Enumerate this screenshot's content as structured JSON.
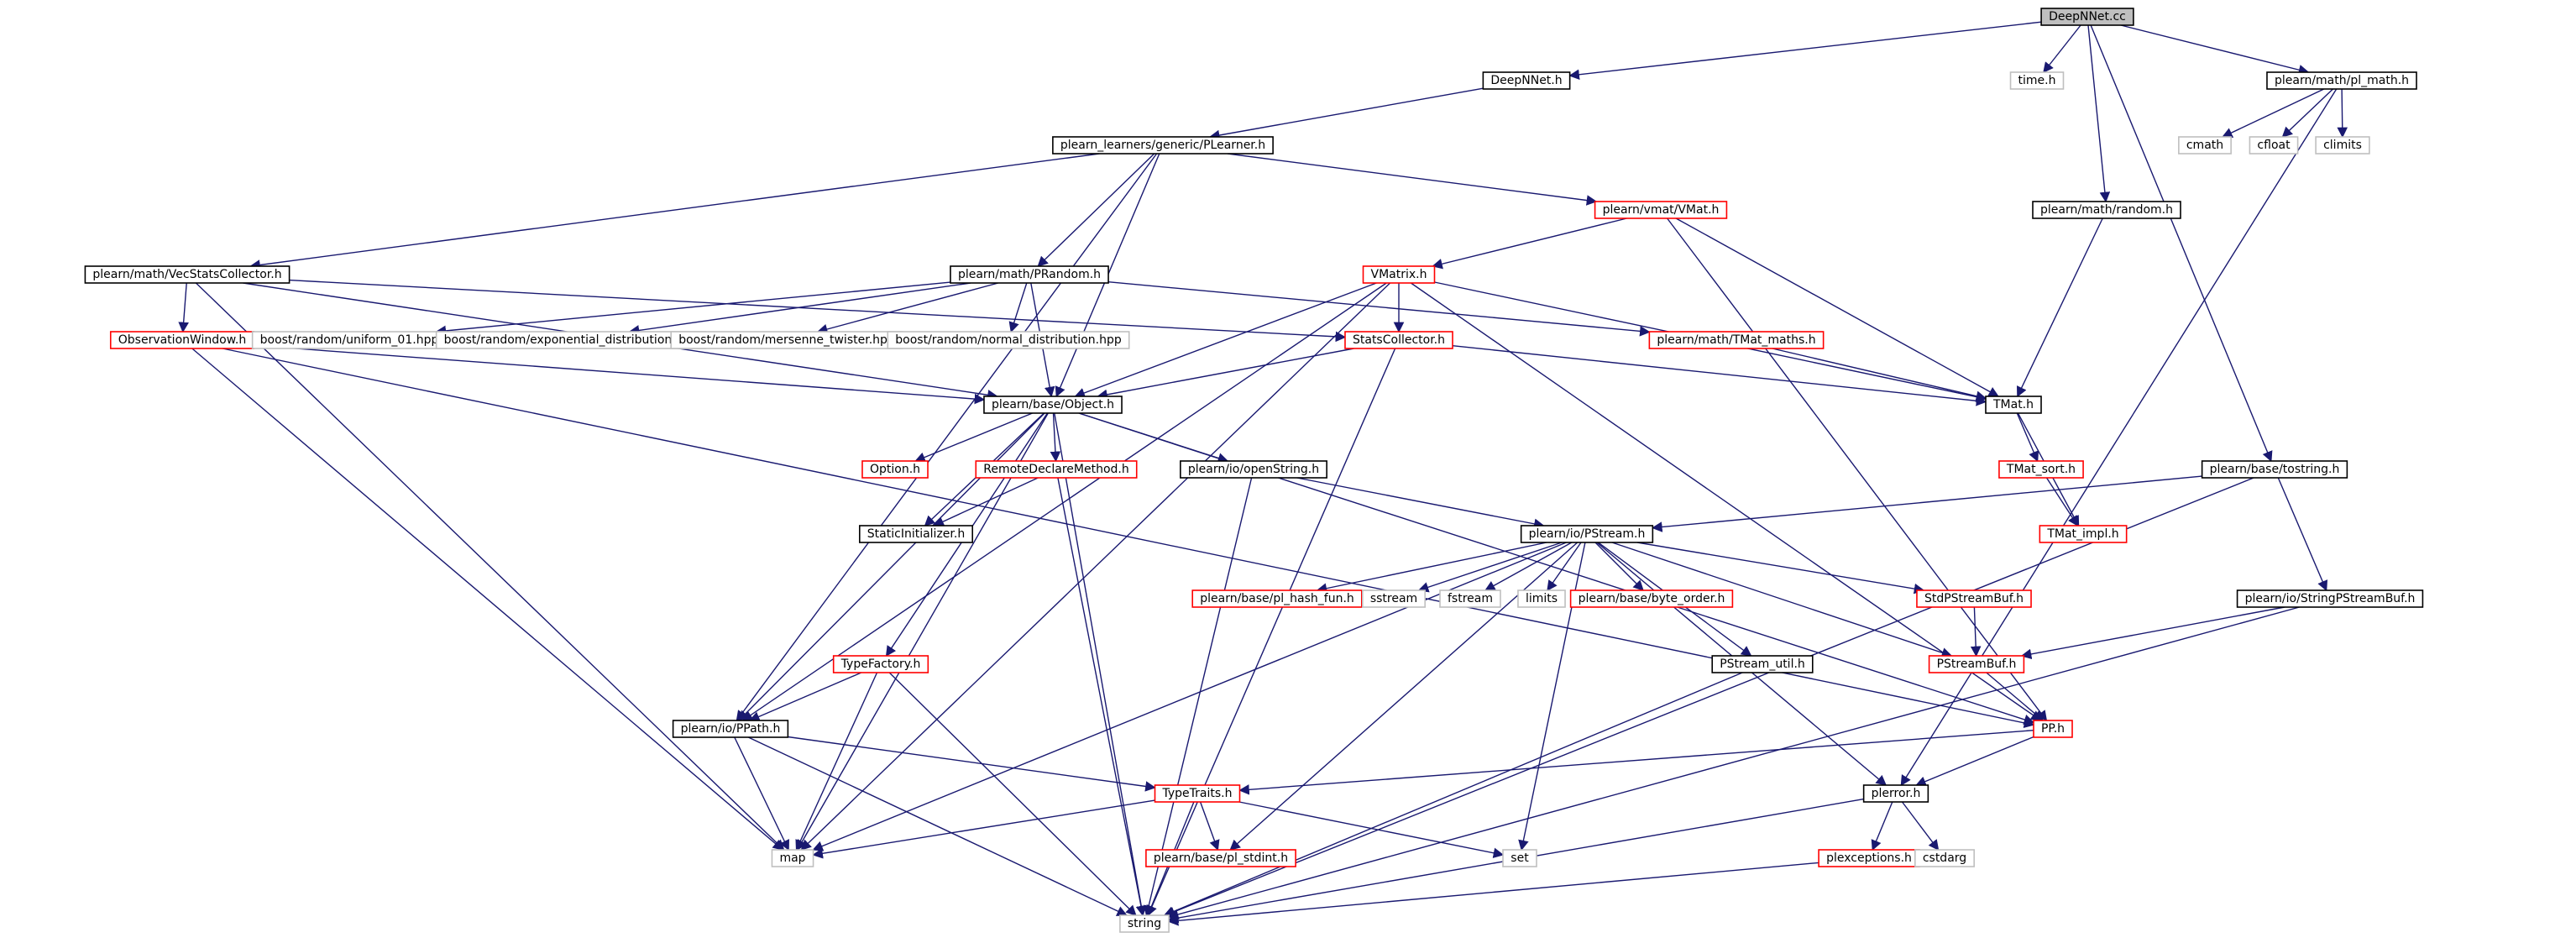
{
  "colors": {
    "edge": "#191970",
    "root_fill": "#bfbfbf",
    "normal_border": "#000000",
    "truncated_border": "#ff0000",
    "system_border": "#bfbfbf",
    "text": "#000000"
  },
  "nodes": [
    {
      "id": "deepnnet_cc",
      "label": "DeepNNet.cc",
      "kind": "root"
    },
    {
      "id": "deepnnet_h",
      "label": "DeepNNet.h",
      "kind": "normal"
    },
    {
      "id": "time_h",
      "label": "time.h",
      "kind": "system"
    },
    {
      "id": "pl_math_h",
      "label": "plearn/math/pl_math.h",
      "kind": "normal"
    },
    {
      "id": "cmath",
      "label": "cmath",
      "kind": "system"
    },
    {
      "id": "cfloat",
      "label": "cfloat",
      "kind": "system"
    },
    {
      "id": "climits",
      "label": "climits",
      "kind": "system"
    },
    {
      "id": "plearner_h",
      "label": "plearn_learners/generic/PLearner.h",
      "kind": "normal"
    },
    {
      "id": "vmat_h",
      "label": "plearn/vmat/VMat.h",
      "kind": "truncated"
    },
    {
      "id": "random_h",
      "label": "plearn/math/random.h",
      "kind": "normal"
    },
    {
      "id": "vecstats_h",
      "label": "plearn/math/VecStatsCollector.h",
      "kind": "normal"
    },
    {
      "id": "prandom_h",
      "label": "plearn/math/PRandom.h",
      "kind": "normal"
    },
    {
      "id": "vmatrix_h",
      "label": "VMatrix.h",
      "kind": "truncated"
    },
    {
      "id": "obswindow_h",
      "label": "ObservationWindow.h",
      "kind": "truncated"
    },
    {
      "id": "uniform01",
      "label": "boost/random/uniform_01.hpp",
      "kind": "system"
    },
    {
      "id": "expdist",
      "label": "boost/random/exponential_distribution.hpp",
      "kind": "system"
    },
    {
      "id": "mersenne",
      "label": "boost/random/mersenne_twister.hpp",
      "kind": "system"
    },
    {
      "id": "normaldist",
      "label": "boost/random/normal_distribution.hpp",
      "kind": "system"
    },
    {
      "id": "statscoll_h",
      "label": "StatsCollector.h",
      "kind": "truncated"
    },
    {
      "id": "tmat_maths_h",
      "label": "plearn/math/TMat_maths.h",
      "kind": "truncated"
    },
    {
      "id": "tmat_h",
      "label": "TMat.h",
      "kind": "normal"
    },
    {
      "id": "object_h",
      "label": "plearn/base/Object.h",
      "kind": "normal"
    },
    {
      "id": "tostring_h",
      "label": "plearn/base/tostring.h",
      "kind": "normal"
    },
    {
      "id": "option_h",
      "label": "Option.h",
      "kind": "truncated"
    },
    {
      "id": "remotedecl_h",
      "label": "RemoteDeclareMethod.h",
      "kind": "truncated"
    },
    {
      "id": "openstring_h",
      "label": "plearn/io/openString.h",
      "kind": "normal"
    },
    {
      "id": "tmat_sort_h",
      "label": "TMat_sort.h",
      "kind": "truncated"
    },
    {
      "id": "staticinit_h",
      "label": "StaticInitializer.h",
      "kind": "normal"
    },
    {
      "id": "pstream_h",
      "label": "plearn/io/PStream.h",
      "kind": "normal"
    },
    {
      "id": "tmat_impl_h",
      "label": "TMat_impl.h",
      "kind": "truncated"
    },
    {
      "id": "hashfun_h",
      "label": "plearn/base/pl_hash_fun.h",
      "kind": "truncated"
    },
    {
      "id": "sstream",
      "label": "sstream",
      "kind": "system"
    },
    {
      "id": "fstream",
      "label": "fstream",
      "kind": "system"
    },
    {
      "id": "limits",
      "label": "limits",
      "kind": "system"
    },
    {
      "id": "byteorder_h",
      "label": "plearn/base/byte_order.h",
      "kind": "truncated"
    },
    {
      "id": "stdpsb_h",
      "label": "StdPStreamBuf.h",
      "kind": "truncated"
    },
    {
      "id": "stringpsb_h",
      "label": "plearn/io/StringPStreamBuf.h",
      "kind": "normal"
    },
    {
      "id": "typefactory_h",
      "label": "TypeFactory.h",
      "kind": "truncated"
    },
    {
      "id": "pstreamutil_h",
      "label": "PStream_util.h",
      "kind": "normal"
    },
    {
      "id": "pstreambuf_h",
      "label": "PStreamBuf.h",
      "kind": "truncated"
    },
    {
      "id": "ppath_h",
      "label": "plearn/io/PPath.h",
      "kind": "normal"
    },
    {
      "id": "pp_h",
      "label": "PP.h",
      "kind": "truncated"
    },
    {
      "id": "typetraits_h",
      "label": "TypeTraits.h",
      "kind": "truncated"
    },
    {
      "id": "plerror_h",
      "label": "plerror.h",
      "kind": "normal"
    },
    {
      "id": "map",
      "label": "map",
      "kind": "system"
    },
    {
      "id": "plstdint_h",
      "label": "plearn/base/pl_stdint.h",
      "kind": "truncated"
    },
    {
      "id": "set",
      "label": "set",
      "kind": "system"
    },
    {
      "id": "plexceptions_h",
      "label": "plexceptions.h",
      "kind": "truncated"
    },
    {
      "id": "cstdarg",
      "label": "cstdarg",
      "kind": "system"
    },
    {
      "id": "string",
      "label": "string",
      "kind": "system"
    }
  ],
  "edges": [
    [
      "deepnnet_cc",
      "deepnnet_h"
    ],
    [
      "deepnnet_cc",
      "time_h"
    ],
    [
      "deepnnet_cc",
      "pl_math_h"
    ],
    [
      "deepnnet_cc",
      "random_h"
    ],
    [
      "deepnnet_cc",
      "tostring_h"
    ],
    [
      "deepnnet_h",
      "plearner_h"
    ],
    [
      "pl_math_h",
      "cmath"
    ],
    [
      "pl_math_h",
      "cfloat"
    ],
    [
      "pl_math_h",
      "climits"
    ],
    [
      "pl_math_h",
      "plerror_h"
    ],
    [
      "plearner_h",
      "vmat_h"
    ],
    [
      "plearner_h",
      "vecstats_h"
    ],
    [
      "plearner_h",
      "prandom_h"
    ],
    [
      "plearner_h",
      "object_h"
    ],
    [
      "plearner_h",
      "ppath_h"
    ],
    [
      "vmat_h",
      "vmatrix_h"
    ],
    [
      "vmat_h",
      "tmat_h"
    ],
    [
      "vmat_h",
      "pp_h"
    ],
    [
      "random_h",
      "tmat_h"
    ],
    [
      "vecstats_h",
      "obswindow_h"
    ],
    [
      "vecstats_h",
      "statscoll_h"
    ],
    [
      "vecstats_h",
      "object_h"
    ],
    [
      "vecstats_h",
      "map"
    ],
    [
      "prandom_h",
      "uniform01"
    ],
    [
      "prandom_h",
      "expdist"
    ],
    [
      "prandom_h",
      "mersenne"
    ],
    [
      "prandom_h",
      "normaldist"
    ],
    [
      "prandom_h",
      "tmat_maths_h"
    ],
    [
      "prandom_h",
      "object_h"
    ],
    [
      "vmatrix_h",
      "statscoll_h"
    ],
    [
      "vmatrix_h",
      "object_h"
    ],
    [
      "vmatrix_h",
      "tmat_h"
    ],
    [
      "vmatrix_h",
      "pp_h"
    ],
    [
      "vmatrix_h",
      "map"
    ],
    [
      "vmatrix_h",
      "ppath_h"
    ],
    [
      "obswindow_h",
      "object_h"
    ],
    [
      "obswindow_h",
      "pp_h"
    ],
    [
      "obswindow_h",
      "map"
    ],
    [
      "statscoll_h",
      "object_h"
    ],
    [
      "statscoll_h",
      "tmat_h"
    ],
    [
      "statscoll_h",
      "string"
    ],
    [
      "tmat_maths_h",
      "tmat_h"
    ],
    [
      "tmat_h",
      "tmat_sort_h"
    ],
    [
      "tmat_h",
      "tmat_impl_h"
    ],
    [
      "tmat_sort_h",
      "tmat_impl_h"
    ],
    [
      "object_h",
      "option_h"
    ],
    [
      "object_h",
      "remotedecl_h"
    ],
    [
      "object_h",
      "openstring_h"
    ],
    [
      "object_h",
      "staticinit_h"
    ],
    [
      "object_h",
      "typefactory_h"
    ],
    [
      "object_h",
      "ppath_h"
    ],
    [
      "object_h",
      "map"
    ],
    [
      "object_h",
      "string"
    ],
    [
      "object_h",
      "pp_h"
    ],
    [
      "remotedecl_h",
      "staticinit_h"
    ],
    [
      "remotedecl_h",
      "string"
    ],
    [
      "openstring_h",
      "pstream_h"
    ],
    [
      "openstring_h",
      "string"
    ],
    [
      "tostring_h",
      "pstream_h"
    ],
    [
      "tostring_h",
      "stringpsb_h"
    ],
    [
      "tostring_h",
      "string"
    ],
    [
      "pstream_h",
      "hashfun_h"
    ],
    [
      "pstream_h",
      "sstream"
    ],
    [
      "pstream_h",
      "fstream"
    ],
    [
      "pstream_h",
      "limits"
    ],
    [
      "pstream_h",
      "byteorder_h"
    ],
    [
      "pstream_h",
      "stdpsb_h"
    ],
    [
      "pstream_h",
      "pstreambuf_h"
    ],
    [
      "pstream_h",
      "pstreamutil_h"
    ],
    [
      "pstream_h",
      "plerror_h"
    ],
    [
      "pstream_h",
      "set"
    ],
    [
      "pstream_h",
      "map"
    ],
    [
      "pstream_h",
      "plstdint_h"
    ],
    [
      "stdpsb_h",
      "pstreambuf_h"
    ],
    [
      "stringpsb_h",
      "pstreambuf_h"
    ],
    [
      "stringpsb_h",
      "string"
    ],
    [
      "typefactory_h",
      "ppath_h"
    ],
    [
      "typefactory_h",
      "map"
    ],
    [
      "typefactory_h",
      "string"
    ],
    [
      "pstreamutil_h",
      "string"
    ],
    [
      "pstreambuf_h",
      "pp_h"
    ],
    [
      "ppath_h",
      "typetraits_h"
    ],
    [
      "ppath_h",
      "map"
    ],
    [
      "ppath_h",
      "string"
    ],
    [
      "pp_h",
      "typetraits_h"
    ],
    [
      "pp_h",
      "plerror_h"
    ],
    [
      "typetraits_h",
      "map"
    ],
    [
      "typetraits_h",
      "plstdint_h"
    ],
    [
      "typetraits_h",
      "set"
    ],
    [
      "typetraits_h",
      "string"
    ],
    [
      "plerror_h",
      "plexceptions_h"
    ],
    [
      "plerror_h",
      "cstdarg"
    ],
    [
      "plerror_h",
      "string"
    ],
    [
      "plexceptions_h",
      "string"
    ]
  ]
}
